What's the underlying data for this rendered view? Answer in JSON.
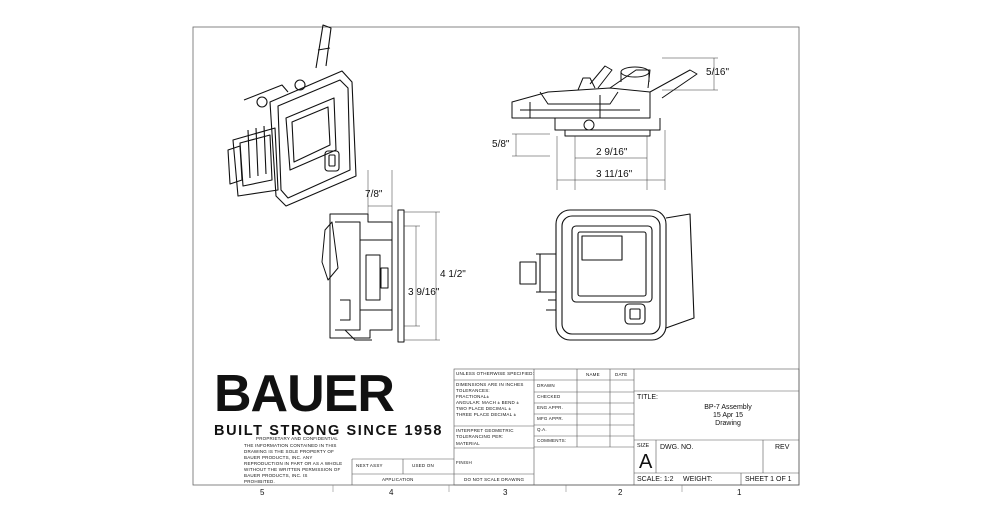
{
  "brand": {
    "name": "BAUER",
    "tagline": "BUILT STRONG SINCE 1958"
  },
  "proprietary": {
    "heading": "PROPRIETARY AND CONFIDENTIAL",
    "text": [
      "THE INFORMATION CONTAINED IN THIS",
      "DRAWING IS THE SOLE PROPERTY OF",
      "BAUER PRODUCTS, INC. ANY",
      "REPRODUCTION IN PART OR AS A WHOLE",
      "WITHOUT THE WRITTEN PERMISSION OF",
      "BAUER PRODUCTS, INC. IS",
      "PROHIBITED."
    ]
  },
  "usage": {
    "next_assy": "NEXT ASSY",
    "used_on": "USED ON",
    "application": "APPLICATION"
  },
  "specs": {
    "unless": "UNLESS OTHERWISE SPECIFIED:",
    "dims": "DIMENSIONS ARE IN INCHES",
    "tolerances": "TOLERANCES:",
    "fractional": "FRACTIONAL±",
    "angular": "ANGULAR: MACH ±   BEND ±",
    "two_place": "TWO PLACE DECIMAL   ±",
    "three_place": "THREE PLACE DECIMAL  ±",
    "interpret": "INTERPRET GEOMETRIC",
    "tolerancing": "TOLERANCING PER:",
    "material": "MATERIAL",
    "finish": "FINISH",
    "no_scale": "DO NOT SCALE DRAWING"
  },
  "approvals": {
    "name_col": "NAME",
    "date_col": "DATE",
    "rows": [
      "DRAWN",
      "CHECKED",
      "ENG APPR.",
      "MFG APPR.",
      "Q.A.",
      "COMMENTS:"
    ]
  },
  "title_block": {
    "title_label": "TITLE:",
    "title_lines": [
      "BP-7 Assembly",
      "15 Apr 15",
      "Drawing"
    ],
    "size_label": "SIZE",
    "size_value": "A",
    "dwg_label": "DWG.  NO.",
    "rev_label": "REV",
    "scale": "SCALE: 1:2",
    "weight": "WEIGHT:",
    "sheet": "SHEET 1 OF 1"
  },
  "zones": [
    "5",
    "4",
    "3",
    "2",
    "1"
  ],
  "dimensions": {
    "d1": {
      "whole": "",
      "num": "5",
      "den": "16"
    },
    "d2": {
      "whole": "",
      "num": "5",
      "den": "8"
    },
    "d3": {
      "whole": "2",
      "num": "9",
      "den": "16"
    },
    "d4": {
      "whole": "3",
      "num": "11",
      "den": "16"
    },
    "d5": {
      "whole": "",
      "num": "7",
      "den": "8"
    },
    "d6": {
      "whole": "3",
      "num": "9",
      "den": "16"
    },
    "d7": {
      "whole": "4",
      "num": "1",
      "den": "2"
    }
  }
}
